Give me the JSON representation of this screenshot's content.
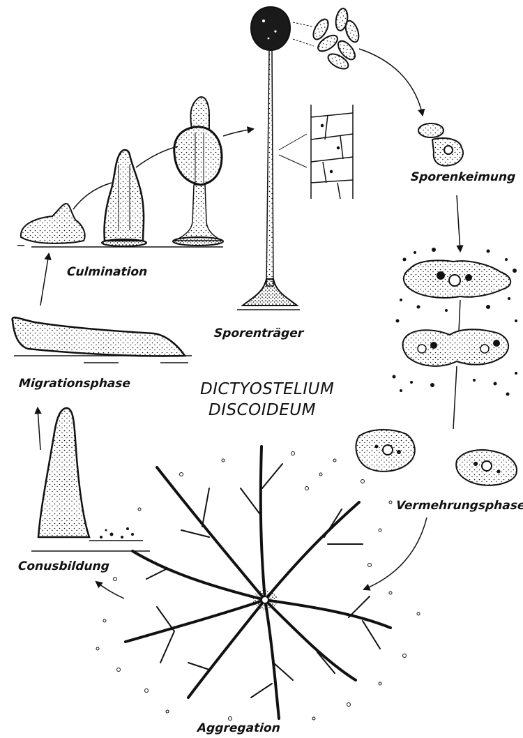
{
  "title": {
    "line1": "DICTYOSTELIUM",
    "line2": "DISCOIDEUM"
  },
  "stages": [
    {
      "id": "culmination",
      "label": "Culmination"
    },
    {
      "id": "sporentraeger",
      "label": "Sporenträger"
    },
    {
      "id": "sporenkeimung",
      "label": "Sporenkeimung"
    },
    {
      "id": "migrationsphase",
      "label": "Migrationsphase"
    },
    {
      "id": "vermehrungsphase",
      "label": "Vermehrungsphase"
    },
    {
      "id": "conusbildung",
      "label": "Conusbildung"
    },
    {
      "id": "aggregation",
      "label": "Aggregation"
    }
  ],
  "colors": {
    "ink": "#111111",
    "background": "#ffffff"
  }
}
